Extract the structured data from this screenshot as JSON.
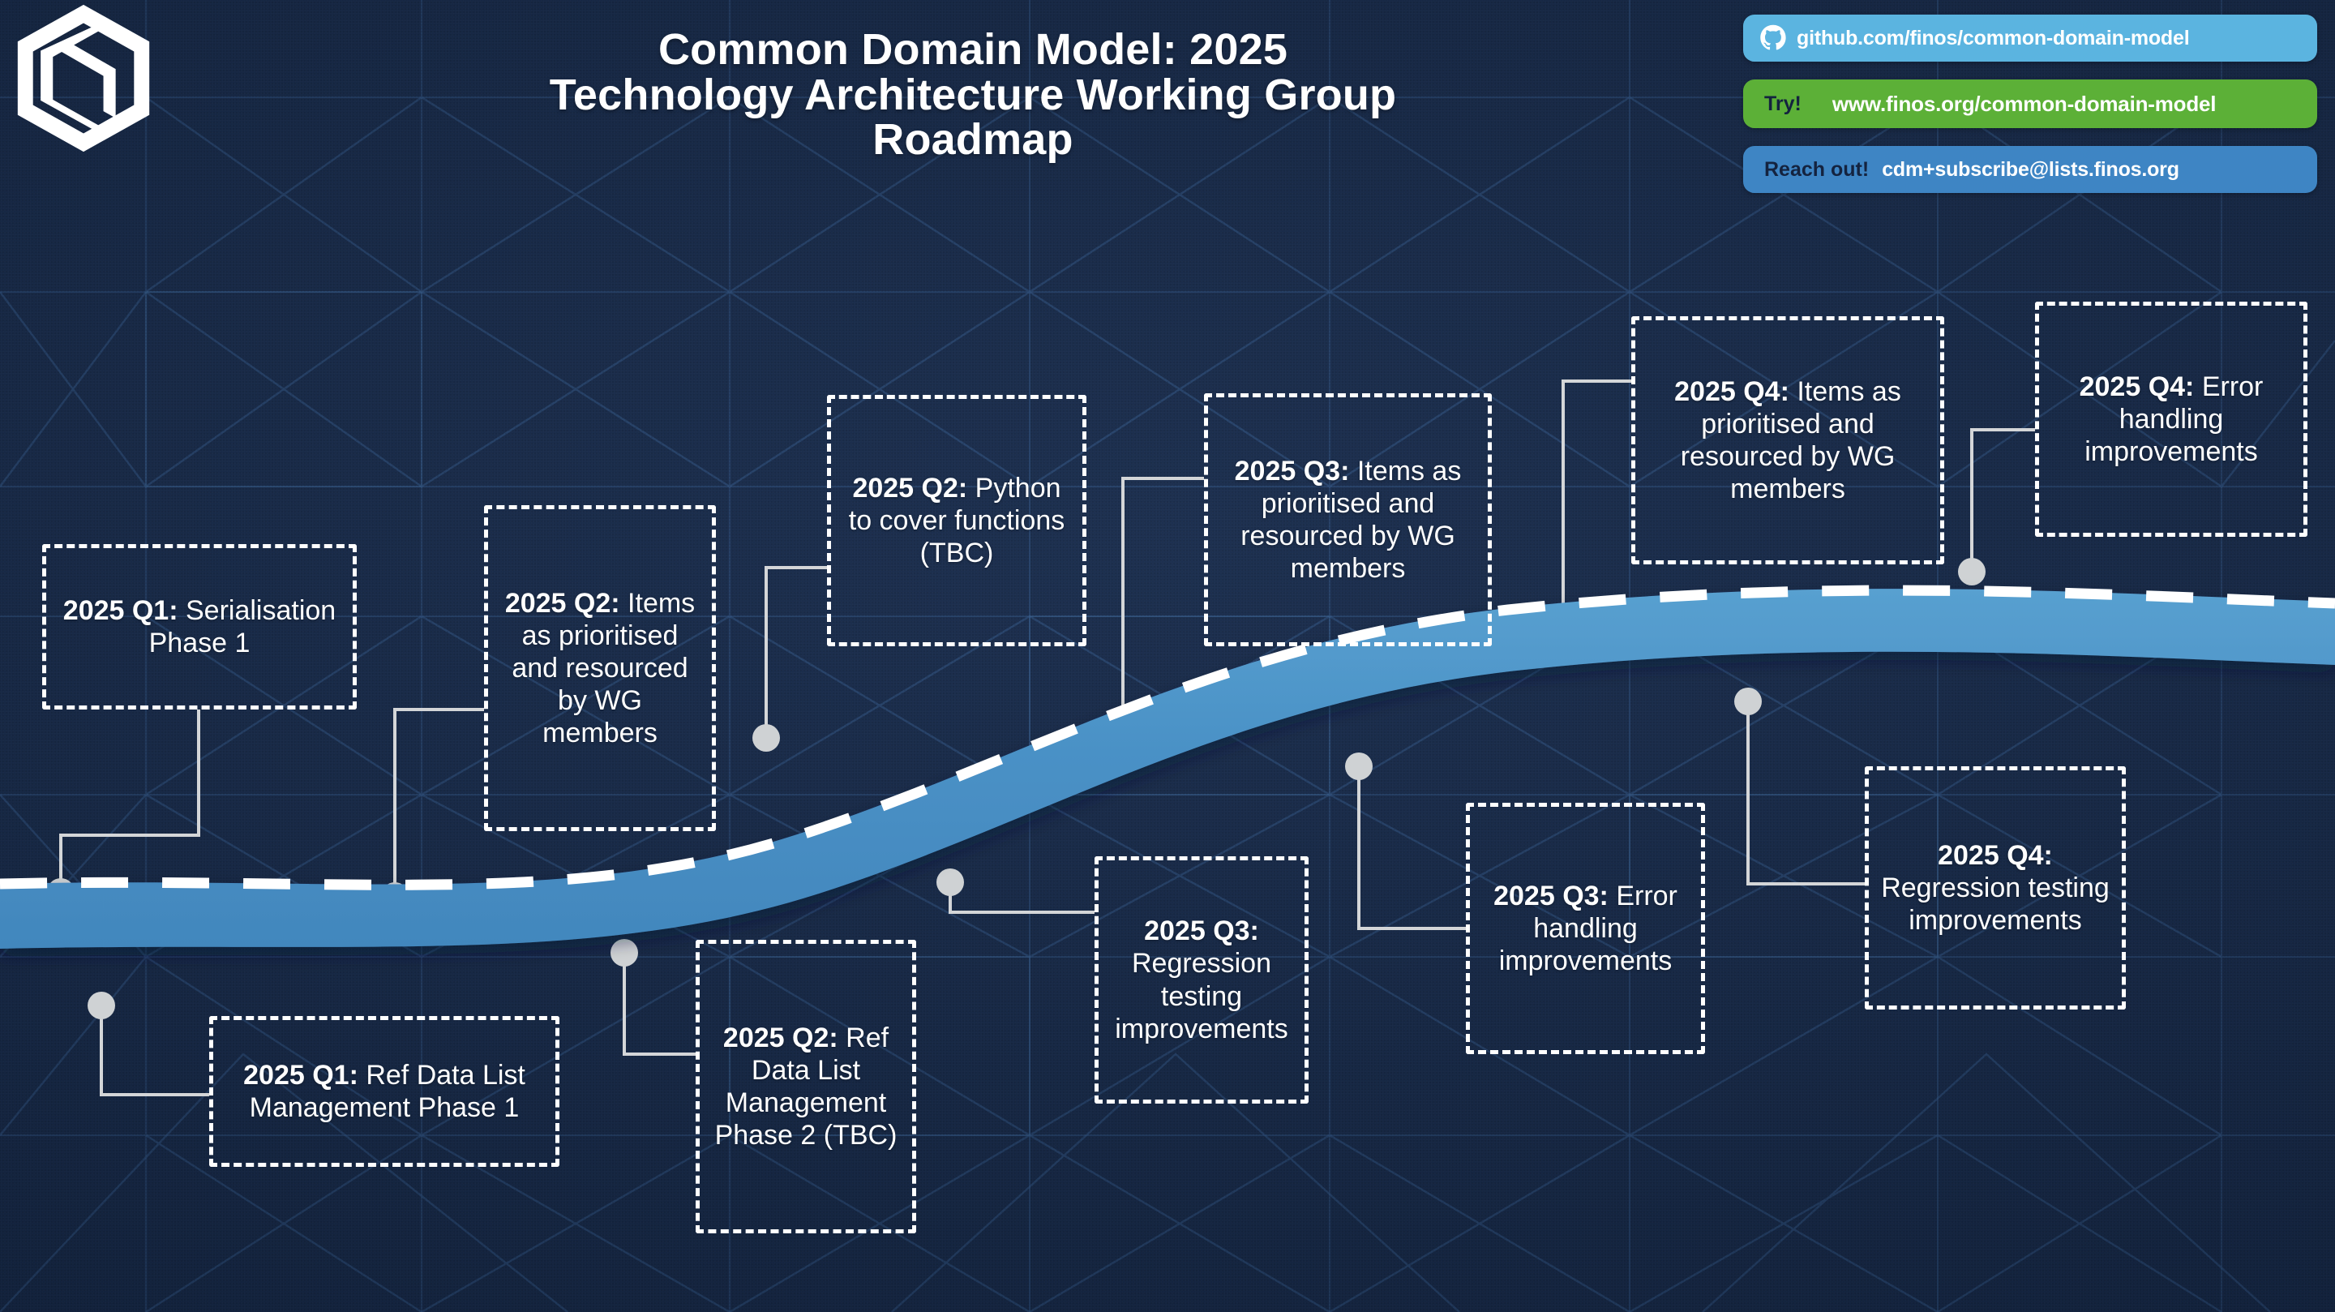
{
  "title": {
    "line1": "Common Domain Model: 2025",
    "line2": "Technology Architecture Working Group",
    "line3": "Roadmap"
  },
  "logo": {
    "name": "finos-hexagon-logo"
  },
  "badges": {
    "github": {
      "icon": "github-icon",
      "text": "github.com/finos/common-domain-model",
      "color": "#5bb4e0"
    },
    "try": {
      "label": "Try!",
      "value": "www.finos.org/common-domain-model",
      "color": "#5cb037"
    },
    "reach": {
      "label": "Reach out!",
      "value": "cdm+subscribe@lists.finos.org",
      "color": "#3e85c4"
    }
  },
  "road": {
    "color": "#4a91c6",
    "dash_color": "#ffffff"
  },
  "colors": {
    "background": "#15294a",
    "card_border": "#ffffff",
    "connector": "#d4d6d8",
    "text": "#ffffff"
  },
  "milestones": [
    {
      "id": "q1-serialisation",
      "quarter": "2025 Q1:",
      "text": "Serialisation Phase 1"
    },
    {
      "id": "q1-ref-data",
      "quarter": "2025 Q1:",
      "text": "Ref Data List Management Phase 1"
    },
    {
      "id": "q2-items",
      "quarter": "2025 Q2:",
      "text": "Items as prioritised and resourced by WG members"
    },
    {
      "id": "q2-python",
      "quarter": "2025 Q2:",
      "text": "Python to cover functions (TBC)"
    },
    {
      "id": "q2-ref-data",
      "quarter": "2025 Q2:",
      "text": "Ref Data List Management Phase 2 (TBC)"
    },
    {
      "id": "q3-items",
      "quarter": "2025 Q3:",
      "text": "Items as prioritised and resourced by WG members"
    },
    {
      "id": "q3-regression",
      "quarter": "2025 Q3:",
      "text": "Regression testing improvements"
    },
    {
      "id": "q3-error",
      "quarter": "2025 Q3:",
      "text": "Error handling improvements"
    },
    {
      "id": "q4-items",
      "quarter": "2025 Q4:",
      "text": "Items as prioritised and resourced by WG members"
    },
    {
      "id": "q4-error",
      "quarter": "2025 Q4:",
      "text": "Error handling improvements"
    },
    {
      "id": "q4-regression",
      "quarter": "2025 Q4:",
      "text": "Regression testing improvements"
    }
  ]
}
